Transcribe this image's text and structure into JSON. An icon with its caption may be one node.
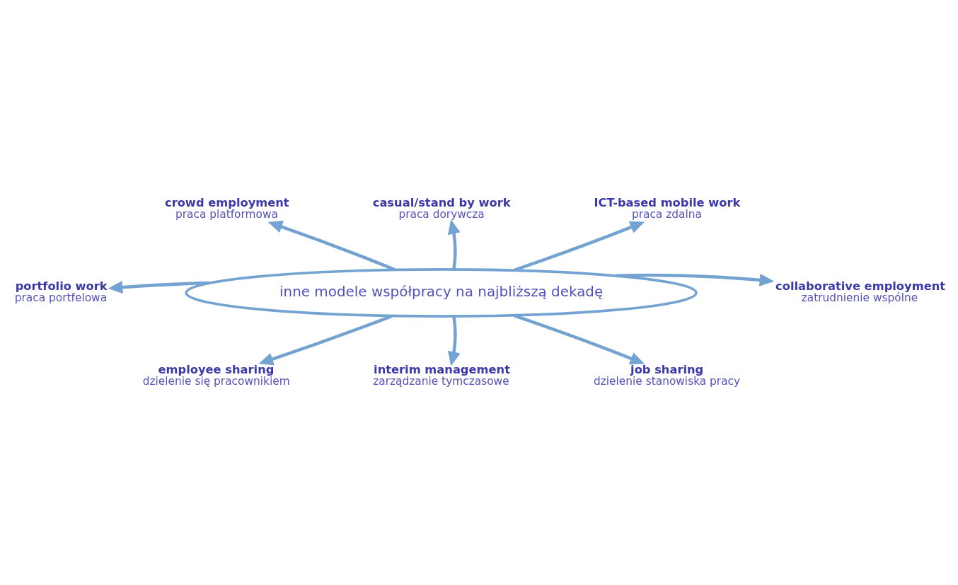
{
  "diagram": {
    "nodes": [
      {
        "text": [
          "crowd employment",
          "praca platformowa"
        ]
      },
      {
        "text": [
          "casual/stand by work",
          "praca dorywcza"
        ]
      },
      {
        "text": [
          "ICT-based mobile work",
          "praca zdalna"
        ]
      },
      {
        "text": [
          "portfolio work",
          "praca portfelowa"
        ]
      },
      {
        "text": [
          "inne modele współpracy na najbliższą dekadę"
        ]
      },
      {
        "text": [
          "collaborative employment",
          "zatrudnienie wspólne"
        ]
      },
      {
        "text": [
          "interim management",
          "zarządzanie tymczasowe"
        ]
      },
      {
        "text": [
          "employee sharing",
          "dzielenie się pracownikiem"
        ]
      },
      {
        "text": [
          "job sharing",
          "dzielenie stanowiska pracy"
        ]
      }
    ],
    "edges": [
      {
        "from": 4,
        "to": 0,
        "arrow": "to"
      },
      {
        "from": 4,
        "to": 1,
        "arrow": "to"
      },
      {
        "from": 4,
        "to": 2,
        "arrow": "to"
      },
      {
        "from": 4,
        "to": 3,
        "arrow": "to"
      },
      {
        "from": 4,
        "to": 5,
        "arrow": "to"
      },
      {
        "from": 4,
        "to": 6,
        "arrow": "to"
      },
      {
        "from": 4,
        "to": 7,
        "arrow": "to"
      },
      {
        "from": 4,
        "to": 8,
        "arrow": "to"
      }
    ]
  }
}
